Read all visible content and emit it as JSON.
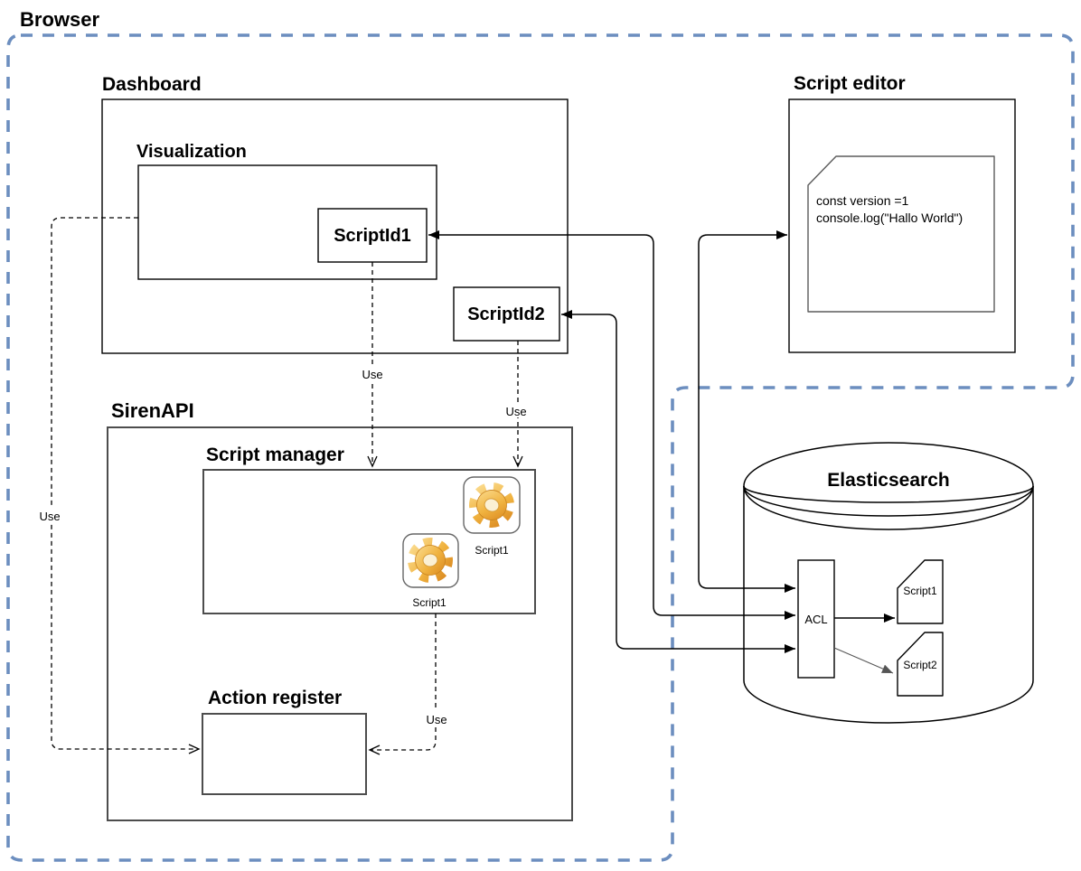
{
  "browser": {
    "label": "Browser"
  },
  "dashboard": {
    "title": "Dashboard",
    "visualization": {
      "title": "Visualization",
      "script_id1": "ScriptId1"
    },
    "script_id2": "ScriptId2"
  },
  "script_editor": {
    "title": "Script editor",
    "code": [
      "const version =1",
      "console.log(\"Hallo World\")"
    ]
  },
  "siren_api": {
    "title": "SirenAPI",
    "script_manager": {
      "title": "Script manager",
      "scripts": [
        {
          "label": "Script1"
        },
        {
          "label": "Script1"
        }
      ]
    },
    "action_register": {
      "title": "Action register"
    }
  },
  "elasticsearch": {
    "title": "Elasticsearch",
    "acl_label": "ACL",
    "scripts": [
      {
        "label": "Script1"
      },
      {
        "label": "Script2"
      }
    ]
  },
  "edges": {
    "use_visualization_to_action_register": "Use",
    "use_scriptid1_to_script_manager": "Use",
    "use_scriptid2_to_script_manager": "Use",
    "use_script_manager_to_action_register": "Use"
  },
  "colors": {
    "browser_label": "#3399ff",
    "boundary": "#6c8ebf",
    "box_stroke": "#000000",
    "gray_stroke": "#4d4d4d",
    "gear_orange": "#eda93a"
  }
}
